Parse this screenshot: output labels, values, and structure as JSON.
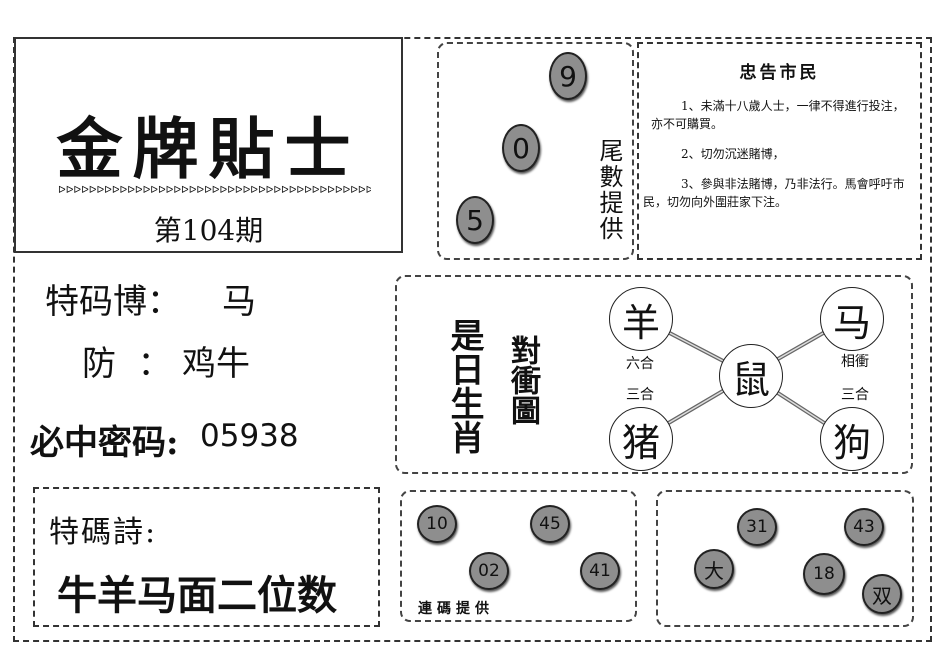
{
  "header": {
    "title": "金牌貼士",
    "arrows": "ᐅᐅᐅᐅᐅᐅᐅᐅᐅᐅᐅᐅᐅᐅᐅᐅᐅᐅᐅᐅᐅᐅᐅᐅᐅᐅᐅᐅᐅᐅᐅᐅᐅᐅᐅᐅᐅᐅᐅᐅᐅᐅ",
    "issue": "第104期"
  },
  "tail": {
    "label": "尾數提供",
    "balls": [
      "9",
      "0",
      "5"
    ]
  },
  "advice": {
    "title": "忠告市民",
    "lines": [
      "1、未滿十八歲人士，一律不得進行投注，亦不可購買。",
      "2、切勿沉迷賭博，",
      "3、參與非法賭博，乃非法行。馬會呼吁市民，切勿向外圍莊家下注。"
    ]
  },
  "picks": {
    "special_label": "特码博：",
    "special_value": "马",
    "guard_label": "防  ：",
    "guard_value": "鸡牛",
    "code_label": "必中密码:",
    "code_value": "05938"
  },
  "poem": {
    "label": "特碼詩:",
    "text": "牛羊马面二位数"
  },
  "chart": {
    "title1": "是日生肖",
    "title2": "對衝圖",
    "center": "鼠",
    "tl": "羊",
    "tr": "马",
    "bl": "猪",
    "br": "狗",
    "tl_rel": "六合",
    "bl_rel": "三合",
    "tr_rel": "相衝",
    "br_rel": "三合"
  },
  "combo": {
    "label": "連碼提供",
    "balls": [
      "10",
      "45",
      "02",
      "41"
    ]
  },
  "extra": {
    "balls": [
      "31",
      "43",
      "大",
      "18",
      "双"
    ]
  }
}
